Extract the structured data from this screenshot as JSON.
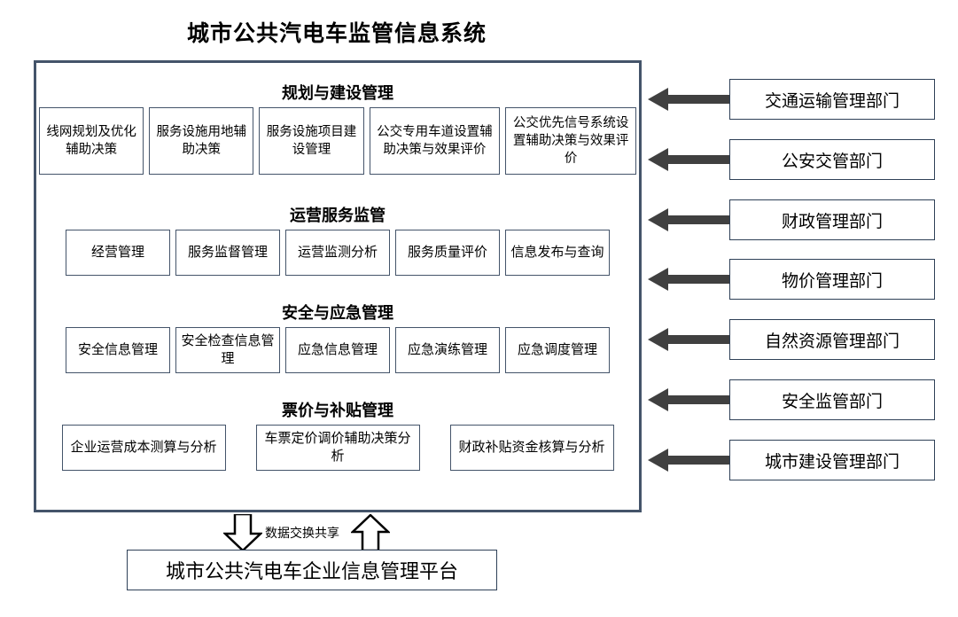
{
  "title": "城市公共汽电车监管信息系统",
  "system": {
    "sections": [
      {
        "title": "规划与建设管理",
        "items": [
          "线网规划及优化辅助决策",
          "服务设施用地辅助决策",
          "服务设施项目建设管理",
          "公交专用车道设置辅助决策与效果评价",
          "公交优先信号系统设置辅助决策与效果评价"
        ]
      },
      {
        "title": "运营服务监管",
        "items": [
          "经营管理",
          "服务监督管理",
          "运营监测分析",
          "服务质量评价",
          "信息发布与查询"
        ]
      },
      {
        "title": "安全与应急管理",
        "items": [
          "安全信息管理",
          "安全检查信息管理",
          "应急信息管理",
          "应急演练管理",
          "应急调度管理"
        ]
      },
      {
        "title": "票价与补贴管理",
        "items": [
          "企业运营成本测算与分析",
          "车票定价调价辅助决策分析",
          "财政补贴资金核算与分析"
        ]
      }
    ]
  },
  "departments": [
    "交通运输管理部门",
    "公安交管部门",
    "财政管理部门",
    "物价管理部门",
    "自然资源管理部门",
    "安全监管部门",
    "城市建设管理部门"
  ],
  "bottom": {
    "exchange_label": "数据交换共享",
    "platform": "城市公共汽电车企业信息管理平台"
  },
  "colors": {
    "container_border": "#44546A",
    "box_border": "#2E4057",
    "arrow": "#404040",
    "text": "#000000",
    "background": "#FFFFFF"
  }
}
